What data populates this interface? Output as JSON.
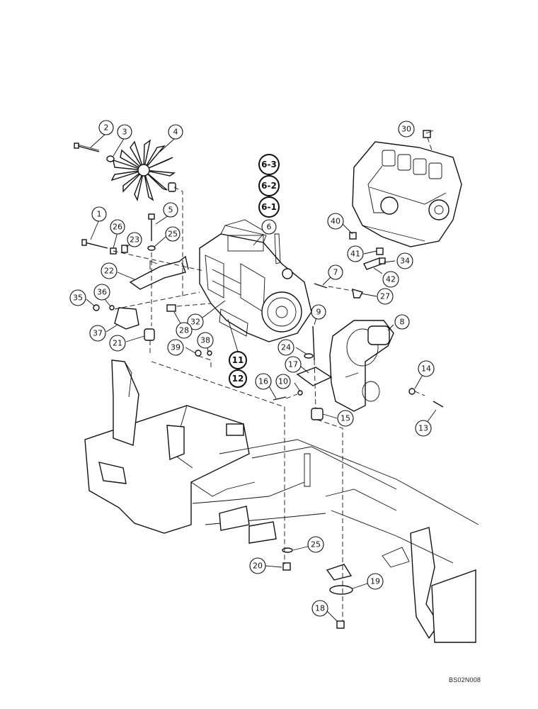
{
  "drawing_code": "BS02N008",
  "callouts": [
    {
      "id": "c2",
      "label": "2"
    },
    {
      "id": "c3",
      "label": "3"
    },
    {
      "id": "c4",
      "label": "4"
    },
    {
      "id": "c30",
      "label": "30"
    },
    {
      "id": "c6-3",
      "label": "6-3"
    },
    {
      "id": "c6-2",
      "label": "6-2"
    },
    {
      "id": "c6-1",
      "label": "6-1"
    },
    {
      "id": "c5",
      "label": "5"
    },
    {
      "id": "c1",
      "label": "1"
    },
    {
      "id": "c26",
      "label": "26"
    },
    {
      "id": "c23",
      "label": "23"
    },
    {
      "id": "c25a",
      "label": "25"
    },
    {
      "id": "c6",
      "label": "6"
    },
    {
      "id": "c40",
      "label": "40"
    },
    {
      "id": "c41",
      "label": "41"
    },
    {
      "id": "c34",
      "label": "34"
    },
    {
      "id": "c42",
      "label": "42"
    },
    {
      "id": "c22",
      "label": "22"
    },
    {
      "id": "c7",
      "label": "7"
    },
    {
      "id": "c27",
      "label": "27"
    },
    {
      "id": "c35",
      "label": "35"
    },
    {
      "id": "c36",
      "label": "36"
    },
    {
      "id": "c9",
      "label": "9"
    },
    {
      "id": "c8",
      "label": "8"
    },
    {
      "id": "c32",
      "label": "32"
    },
    {
      "id": "c28",
      "label": "28"
    },
    {
      "id": "c37",
      "label": "37"
    },
    {
      "id": "c38",
      "label": "38"
    },
    {
      "id": "c21",
      "label": "21"
    },
    {
      "id": "c39",
      "label": "39"
    },
    {
      "id": "c11",
      "label": "11"
    },
    {
      "id": "c12",
      "label": "12"
    },
    {
      "id": "c24",
      "label": "24"
    },
    {
      "id": "c17",
      "label": "17"
    },
    {
      "id": "c14",
      "label": "14"
    },
    {
      "id": "c16",
      "label": "16"
    },
    {
      "id": "c10",
      "label": "10"
    },
    {
      "id": "c15",
      "label": "15"
    },
    {
      "id": "c13",
      "label": "13"
    },
    {
      "id": "c25b",
      "label": "25"
    },
    {
      "id": "c20",
      "label": "20"
    },
    {
      "id": "c19",
      "label": "19"
    },
    {
      "id": "c18",
      "label": "18"
    }
  ]
}
